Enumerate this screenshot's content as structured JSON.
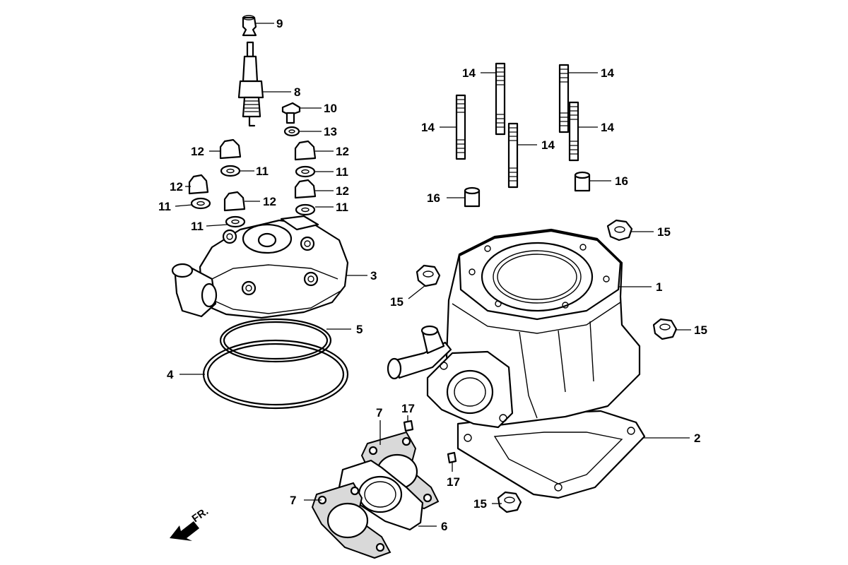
{
  "direction_label": "FR.",
  "callouts": {
    "c1": "1",
    "c2": "2",
    "c3": "3",
    "c4": "4",
    "c5": "5",
    "c6": "6",
    "c7a": "7",
    "c7b": "7",
    "c8": "8",
    "c9": "9",
    "c10": "10",
    "c11a": "11",
    "c11b": "11",
    "c11c": "11",
    "c11d": "11",
    "c11e": "11",
    "c12a": "12",
    "c12b": "12",
    "c12c": "12",
    "c12d": "12",
    "c12e": "12",
    "c13": "13",
    "c14a": "14",
    "c14b": "14",
    "c14c": "14",
    "c14d": "14",
    "c14e": "14",
    "c15a": "15",
    "c15b": "15",
    "c15c": "15",
    "c15d": "15",
    "c16a": "16",
    "c16b": "16",
    "c17a": "17",
    "c17b": "17"
  }
}
